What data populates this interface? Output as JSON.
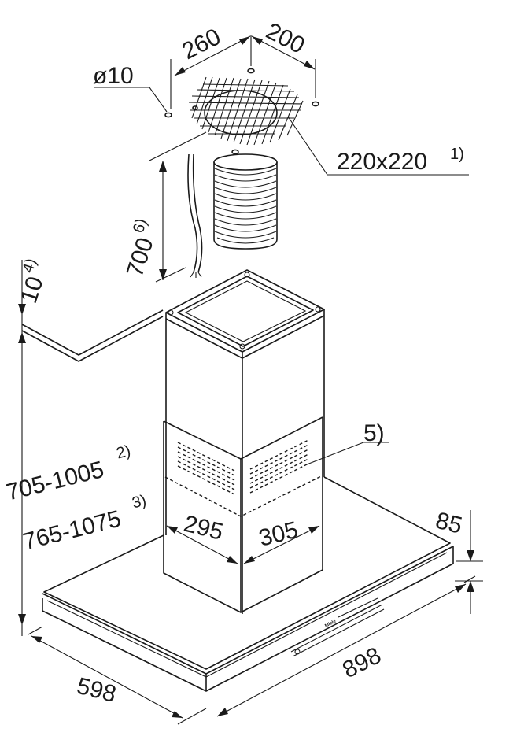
{
  "dimensions": {
    "bracket_width": "260",
    "bracket_depth": "200",
    "hole_diameter": "ø10",
    "duct_opening": "220x220",
    "duct_opening_note": "1)",
    "hose_length": "700",
    "hose_length_note": "6)",
    "ceiling_gap": "10",
    "ceiling_gap_note": "4)",
    "height_range_1": "705-1005",
    "height_range_1_note": "2)",
    "height_range_2": "765-1075",
    "height_range_2_note": "3)",
    "vent_note": "5)",
    "chimney_depth": "295",
    "chimney_width": "305",
    "canopy_thickness": "85",
    "canopy_depth": "598",
    "canopy_width": "898"
  },
  "brand_label": "Miele"
}
